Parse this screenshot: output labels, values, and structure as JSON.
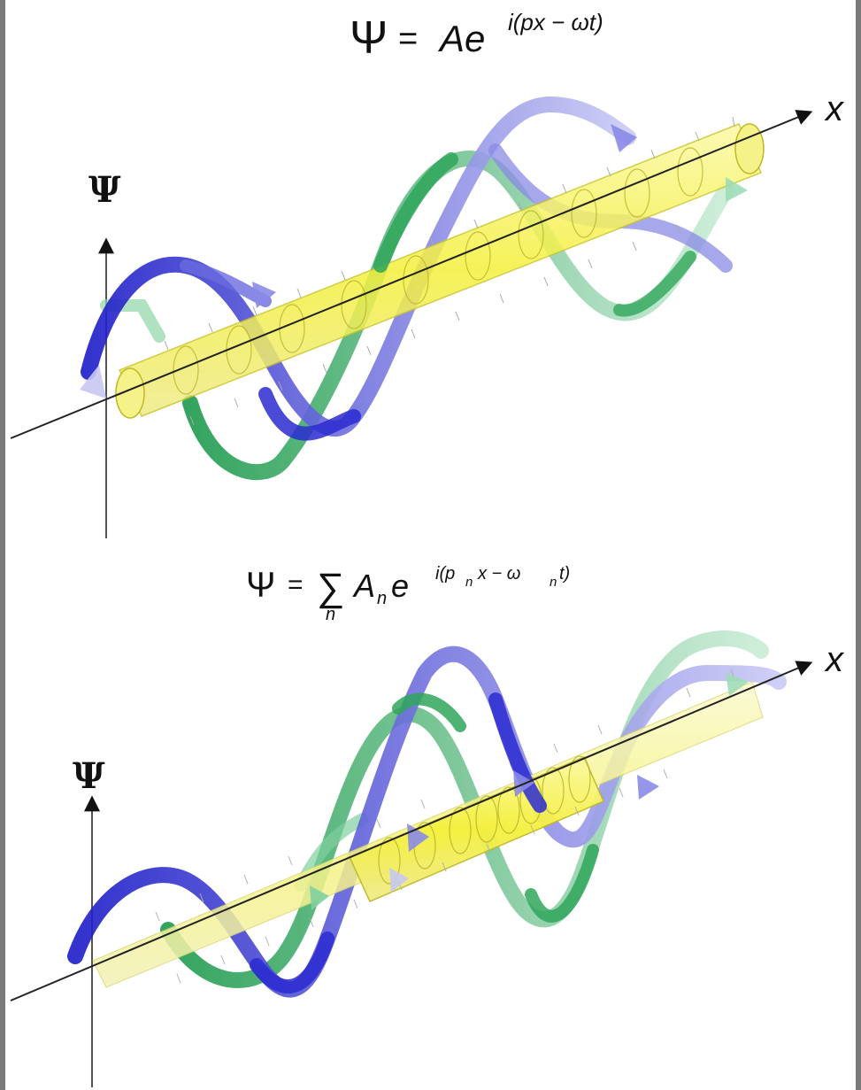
{
  "top_panel": {
    "equation": {
      "psi": "Ψ",
      "equals": "=",
      "amp": "Ae",
      "exponent": "i(px − ωt)"
    },
    "x_axis_label": "x",
    "y_axis_label": "Ψ"
  },
  "bottom_panel": {
    "equation": {
      "psi": "Ψ",
      "equals": "=",
      "sum": "∑",
      "sum_index": "n",
      "amp": "A",
      "amp_sub": "n",
      "base": "e",
      "exponent_pre": "i(p",
      "exponent_sub1": "n",
      "exponent_mid": "x − ω",
      "exponent_sub2": "n",
      "exponent_post": " t)"
    },
    "x_axis_label": "x",
    "y_axis_label": "Ψ"
  },
  "colors": {
    "tube_fill": "#f4f04a",
    "tube_edge": "#c9c52a",
    "ribbon_blue": "#2a2ad0",
    "ribbon_green": "#2fa65a",
    "axis": "#222222"
  }
}
